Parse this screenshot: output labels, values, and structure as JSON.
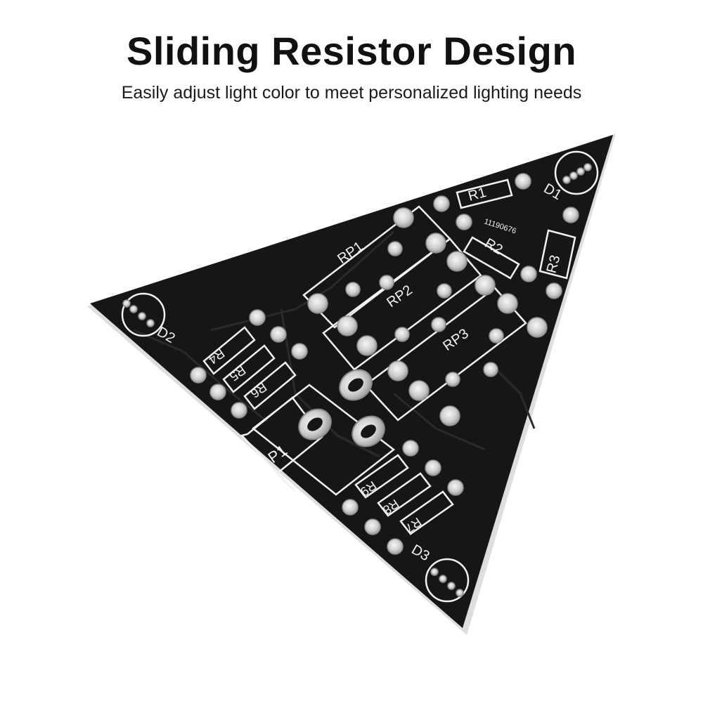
{
  "heading": {
    "title": "Sliding Resistor Design",
    "subtitle": "Easily adjust light color to meet personalized lighting needs"
  },
  "board": {
    "colors": {
      "board": "#161616",
      "edge": "#e9e9e9",
      "silk": "#f2f2f2",
      "pad": "#d7d7d7"
    },
    "serial": "11190676",
    "labels": [
      "R1",
      "R2",
      "R3",
      "D1",
      "RP1",
      "RP2",
      "RP3",
      "D2",
      "R4",
      "R5",
      "R6",
      "P1",
      "R9",
      "R8",
      "R7",
      "D3"
    ]
  }
}
